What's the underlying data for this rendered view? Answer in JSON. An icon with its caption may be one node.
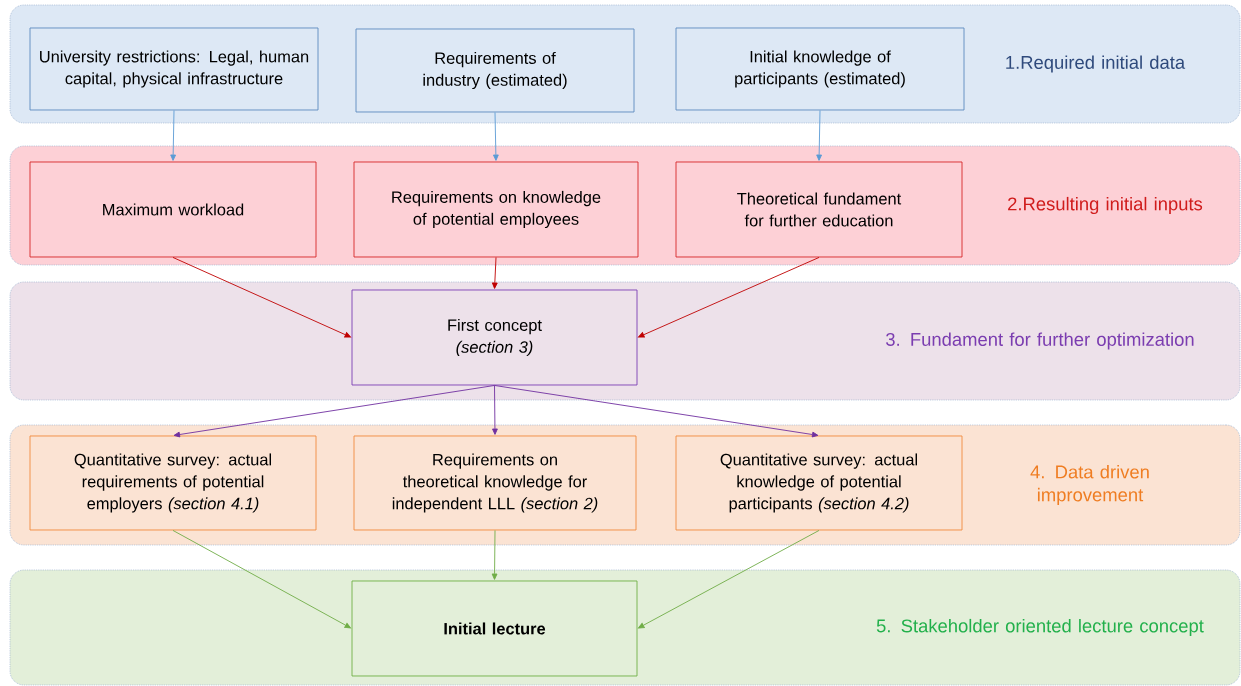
{
  "diagram": {
    "nodes": [
      {
        "text": [
          "1.Required initial data"
        ]
      },
      {
        "text": [
          "University restrictions: Legal, human capital, physical infrastructure"
        ],
        "in": 0
      },
      {
        "text": [
          "Requirements of industry (estimated)"
        ],
        "in": 0
      },
      {
        "text": [
          "Initial knowledge of participants (estimated)"
        ],
        "in": 0
      },
      {
        "text": [
          "2.Resulting initial inputs"
        ]
      },
      {
        "text": [
          "Maximum workload"
        ],
        "in": 4
      },
      {
        "text": [
          "Requirements on knowledge of potential employees"
        ],
        "in": 4
      },
      {
        "text": [
          "Theoretical fundament for further education"
        ],
        "in": 4
      },
      {
        "text": [
          "3. Fundament for further optimization"
        ]
      },
      {
        "text": [
          "First concept",
          "(section 3)"
        ],
        "in": 8
      },
      {
        "text": [
          "4. Data driven improvement"
        ]
      },
      {
        "text": [
          "Quantitative survey: actual requirements of potential employers  *(section 4.1)*"
        ],
        "in": 10
      },
      {
        "text": [
          "Requirements on theoretical knowledge for independent LLL *(section 2)*"
        ],
        "in": 10
      },
      {
        "text": [
          "Quantitative survey: actual knowledge of potential participants *(section 4.2)*"
        ],
        "in": 10
      },
      {
        "text": [
          "5. Stakeholder oriented lecture concept"
        ]
      },
      {
        "text": [
          "Initial lecture"
        ],
        "in": 14
      }
    ],
    "edges": [
      {
        "from": 1,
        "to": 5,
        "arrow": "to",
        "color": "#5b9bd5"
      },
      {
        "from": 2,
        "to": 6,
        "arrow": "to",
        "color": "#5b9bd5"
      },
      {
        "from": 3,
        "to": 7,
        "arrow": "to",
        "color": "#5b9bd5"
      },
      {
        "from": 5,
        "to": 9,
        "arrow": "to",
        "color": "#c00000"
      },
      {
        "from": 6,
        "to": 9,
        "arrow": "to",
        "color": "#c00000"
      },
      {
        "from": 7,
        "to": 9,
        "arrow": "to",
        "color": "#c00000"
      },
      {
        "from": 9,
        "to": 11,
        "arrow": "to",
        "color": "#7030a0"
      },
      {
        "from": 9,
        "to": 12,
        "arrow": "to",
        "color": "#7030a0"
      },
      {
        "from": 9,
        "to": 13,
        "arrow": "to",
        "color": "#7030a0"
      },
      {
        "from": 11,
        "to": 15,
        "arrow": "to",
        "color": "#70ad47"
      },
      {
        "from": 12,
        "to": 15,
        "arrow": "to",
        "color": "#70ad47"
      },
      {
        "from": 13,
        "to": 15,
        "arrow": "to",
        "color": "#70ad47"
      }
    ]
  }
}
